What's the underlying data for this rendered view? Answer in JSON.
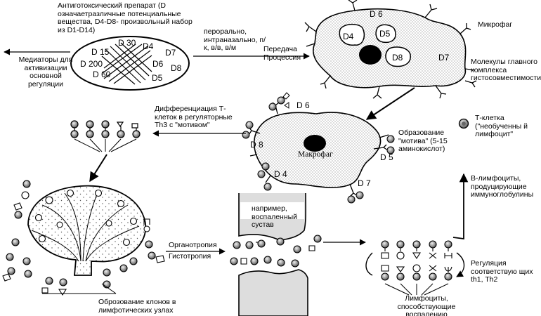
{
  "labels": {
    "drug_description": "Антиготоксический препарат (D означаетразличные потенциальные вещества, D4-D8- произвольный набор из D1-D14)",
    "routes": "перорально, интраназально, п/к, в/в, в/м",
    "transfer": "Передача Процессия",
    "mediators": "Медиаторы для активизации основной регуляции",
    "macrophage_top": "Микрофаг",
    "mhc": "Молекулы главного комплекса гистосовместимости",
    "differentiation": "Дифференциация Т-клеток в регуляторные Th3 с \"мотивом\"",
    "macrophage_center": "Макрофаг",
    "motif_formation": "Образование \"мотива\" (5-15 аминокислот)",
    "t_cell": "Т-клетка (\"необученны й лимфоцит\"",
    "b_lymphocytes": "В-лимфоциты, продуцирующие иммуноглобулины",
    "inflamed_joint": "например, воспаленный сустав",
    "organotropy": "Органотропия",
    "histotropy": "Гистотропия",
    "regulation": "Регуляция соответствую щих th1, Th2",
    "clone_formation": "Оброзование клонов в лимфотических узлах",
    "inflammation_lymphocytes": "Лимфоциты, способствующие воспалению"
  },
  "drug_fields": [
    "D 15",
    "D 30",
    "D4",
    "D7",
    "D 200",
    "D6",
    "D8",
    "D 60",
    "D5"
  ],
  "macrophage_top_fields": [
    "D 6",
    "D4",
    "D5",
    "D8",
    "D7"
  ],
  "macrophage_center_fields": [
    "D 6",
    "D 8",
    "D 5",
    "D 4",
    "D 7"
  ]
}
